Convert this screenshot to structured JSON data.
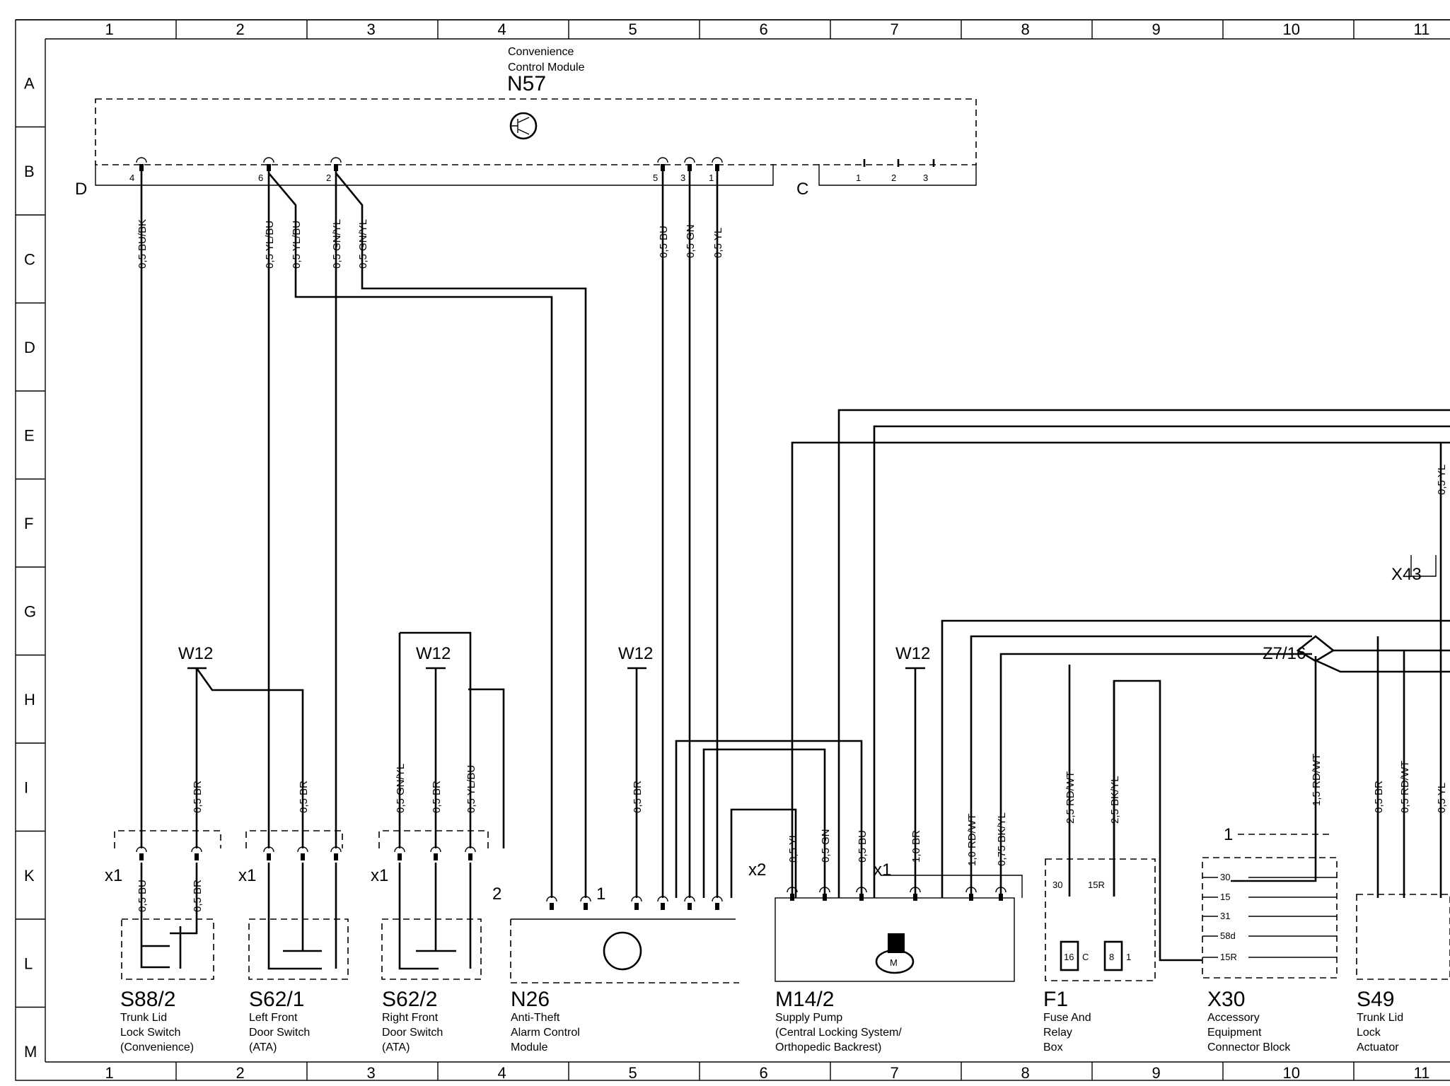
{
  "grid": {
    "columns": [
      "1",
      "2",
      "3",
      "4",
      "5",
      "6",
      "7",
      "8",
      "9",
      "10",
      "11"
    ],
    "rows": [
      "A",
      "B",
      "C",
      "D",
      "E",
      "F",
      "G",
      "H",
      "I",
      "K",
      "L",
      "M"
    ]
  },
  "module": {
    "title_line1": "Convenience",
    "title_line2": "Control Module",
    "code": "N57",
    "connector_d": "D",
    "connector_c": "C",
    "pins_d": [
      "4",
      "6",
      "2",
      "5",
      "3",
      "1"
    ],
    "pins_c": [
      "1",
      "2",
      "3"
    ]
  },
  "wire_labels": {
    "n57_4": "0,5 BU/BK",
    "n57_6a": "0,5 YL/BU",
    "n57_6b": "0,5 YL/BU",
    "n57_2a": "0,5 GN/YL",
    "n57_2b": "0,5 GN/YL",
    "n57_5": "0,5 BU",
    "n57_3": "0,5 GN",
    "n57_1": "0,5 YL",
    "x43_yl_top": "0,5 YL",
    "s88_br": "0,5 BR",
    "s62_1_br": "0,5 BR",
    "s62_2_gnyl": "0,5 GN/YL",
    "s62_2_br": "0,5 BR",
    "s62_2_ylbu": "0,5 YL/BU",
    "n26_br": "0,5 BR",
    "m14_yl": "0,5 YL",
    "m14_gn": "0,5 GN",
    "m14_bu": "0,5 BU",
    "m14_br": "1,0 BR",
    "m14_rdwt": "1,0 RD/WT",
    "m14_bkyl": "0,75 BK/YL",
    "f1_rdwt": "2,5 RD/WT",
    "f1_bkyl": "2,5 BK/YL",
    "x30_rdwt": "1,5 RD/WT",
    "s49_br": "0,5 BR",
    "s49_rdwt": "0,5 RD/WT",
    "s49_yl": "0,5 YL",
    "s88_bu_lower": "0,5 BU",
    "s88_br_lower": "0,5 BR"
  },
  "labels": {
    "w12": "W12",
    "x1": "x1",
    "x2": "x2",
    "x43": "X43",
    "z716": "Z7/16",
    "f1_30": "30",
    "f1_15r": "15R",
    "f1_c": "C",
    "f1_fuse16": "16",
    "f1_fuse8": "8",
    "f1_one": "1",
    "n26_two": "2",
    "n26_one": "1",
    "x30_one": "1",
    "m14_motor": "M"
  },
  "x30_terminals": [
    "30",
    "15",
    "31",
    "58d",
    "15R"
  ],
  "components": [
    {
      "code": "S88/2",
      "desc": [
        "Trunk Lid",
        "Lock Switch",
        "(Convenience)"
      ]
    },
    {
      "code": "S62/1",
      "desc": [
        "Left Front",
        "Door Switch",
        "(ATA)"
      ]
    },
    {
      "code": "S62/2",
      "desc": [
        "Right Front",
        "Door Switch",
        "(ATA)"
      ]
    },
    {
      "code": "N26",
      "desc": [
        "Anti-Theft",
        "Alarm Control",
        "Module"
      ]
    },
    {
      "code": "M14/2",
      "desc": [
        "Supply Pump",
        "(Central Locking System/",
        "Orthopedic Backrest)"
      ]
    },
    {
      "code": "F1",
      "desc": [
        "Fuse And",
        "Relay",
        "Box"
      ]
    },
    {
      "code": "X30",
      "desc": [
        "Accessory",
        "Equipment",
        "Connector Block"
      ]
    },
    {
      "code": "S49",
      "desc": [
        "Trunk Lid",
        "Lock",
        "Actuator"
      ]
    }
  ]
}
